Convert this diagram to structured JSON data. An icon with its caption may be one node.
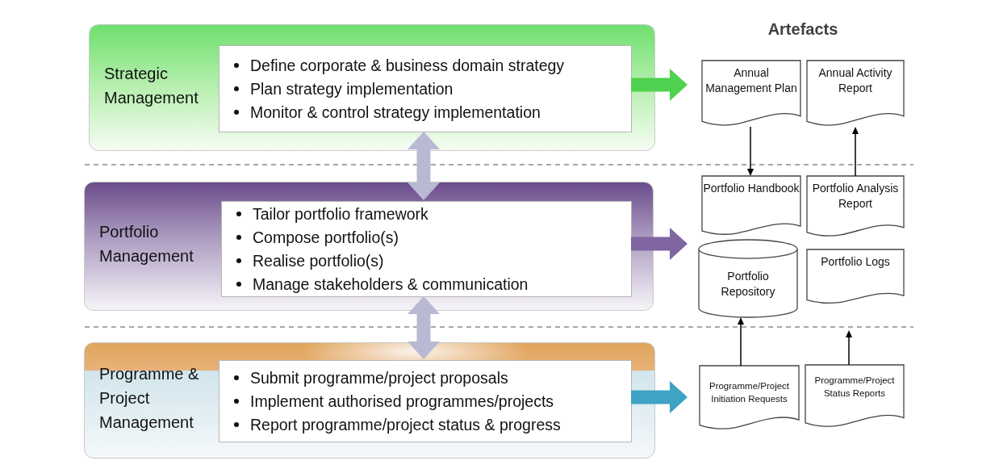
{
  "diagram": {
    "nodes": [
      {
        "text": [
          "Strategic Management"
        ]
      },
      {
        "text": [
          "Define corporate & business domain strategy",
          "Plan strategy implementation",
          "Monitor & control strategy implementation"
        ],
        "in": 0
      },
      {
        "text": [
          "Portfolio Management"
        ]
      },
      {
        "text": [
          "Tailor portfolio framework",
          "Compose portfolio(s)",
          "Realise portfolio(s)",
          "Manage stakeholders & communication"
        ],
        "in": 2
      },
      {
        "text": [
          "Programme & Project Management"
        ]
      },
      {
        "text": [
          "Submit programme/project proposals",
          "Implement authorised programmes/projects",
          "Report programme/project status & progress"
        ],
        "in": 4
      },
      {
        "text": [
          "Annual Management Plan"
        ]
      },
      {
        "text": [
          "Annual Activity Report"
        ]
      },
      {
        "text": [
          "Portfolio Handbook"
        ]
      },
      {
        "text": [
          "Portfolio Analysis Report"
        ]
      },
      {
        "text": [
          "Portfolio Repository"
        ]
      },
      {
        "text": [
          "Portfolio Logs"
        ]
      },
      {
        "text": [
          "Programme/Project Initiation Requests"
        ]
      },
      {
        "text": [
          "Programme/Project Status Reports"
        ]
      }
    ],
    "edges": [
      {
        "from": 1,
        "to": null,
        "arrow": "to",
        "style": "thick",
        "color": "#4fd24f"
      },
      {
        "from": 1,
        "to": 3,
        "arrow": "both",
        "style": "thick",
        "color": "#b9b9d4"
      },
      {
        "from": 3,
        "to": null,
        "arrow": "to",
        "style": "thick",
        "color": "#7f66a0"
      },
      {
        "from": 3,
        "to": 5,
        "arrow": "both",
        "style": "thick",
        "color": "#b9b9d4"
      },
      {
        "from": 5,
        "to": null,
        "arrow": "to",
        "style": "thick",
        "color": "#3ea3c4"
      },
      {
        "from": 6,
        "to": 8,
        "arrow": "to"
      },
      {
        "from": 9,
        "to": 7,
        "arrow": "to"
      },
      {
        "from": 12,
        "to": 10,
        "arrow": "to"
      },
      {
        "from": 13,
        "to": null,
        "arrow": "to"
      }
    ],
    "labels": [
      "Artefacts"
    ]
  }
}
